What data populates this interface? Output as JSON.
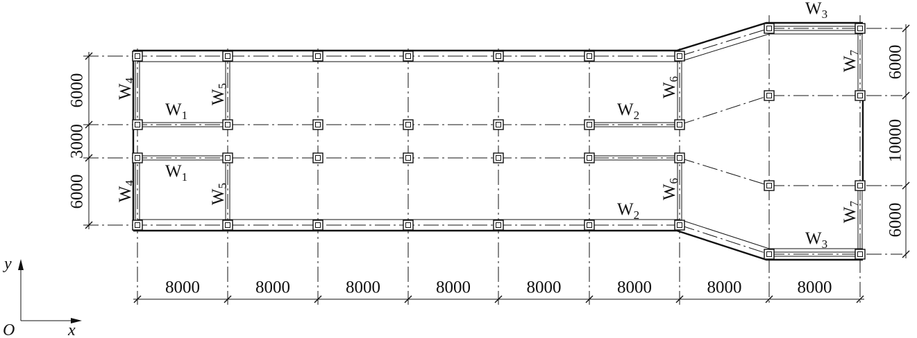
{
  "diagram": {
    "x_spacings_label": [
      "8000",
      "8000",
      "8000",
      "8000",
      "8000",
      "8000",
      "8000",
      "8000"
    ],
    "left_y_spacings_label": [
      "6000",
      "3000",
      "6000"
    ],
    "right_y_spacings_label": [
      "6000",
      "10000",
      "6000"
    ],
    "walls": [
      {
        "letter": "W",
        "sub": "1"
      },
      {
        "letter": "W",
        "sub": "1"
      },
      {
        "letter": "W",
        "sub": "2"
      },
      {
        "letter": "W",
        "sub": "2"
      },
      {
        "letter": "W",
        "sub": "3"
      },
      {
        "letter": "W",
        "sub": "3"
      },
      {
        "letter": "W",
        "sub": "4"
      },
      {
        "letter": "W",
        "sub": "4"
      },
      {
        "letter": "W",
        "sub": "5"
      },
      {
        "letter": "W",
        "sub": "5"
      },
      {
        "letter": "W",
        "sub": "6"
      },
      {
        "letter": "W",
        "sub": "6"
      },
      {
        "letter": "W",
        "sub": "7"
      },
      {
        "letter": "W",
        "sub": "7"
      }
    ],
    "axes": {
      "origin": "O",
      "x": "x",
      "y": "y"
    }
  }
}
